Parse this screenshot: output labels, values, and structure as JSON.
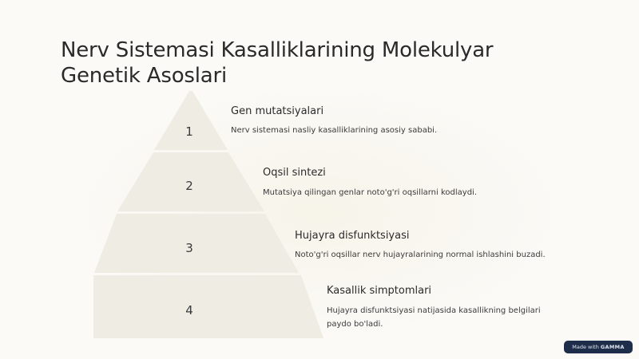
{
  "slide": {
    "title": "Nerv Sistemasi Kasalliklarining Molekulyar Genetik Asoslari"
  },
  "steps": [
    {
      "number": "1",
      "title": "Gen mutatsiyalari",
      "description": "Nerv sistemasi nasliy kasalliklarining asosiy sababi."
    },
    {
      "number": "2",
      "title": "Oqsil sintezi",
      "description": "Mutatsiya qilingan genlar noto'g'ri oqsillarni kodlaydi."
    },
    {
      "number": "3",
      "title": "Hujayra disfunktsiyasi",
      "description": "Noto'g'ri oqsillar nerv hujayralarining normal ishlashini buzadi."
    },
    {
      "number": "4",
      "title": "Kasallik simptomlari",
      "description": "Hujayra disfunktsiyasi natijasida kasallikning belgilari paydo bo'ladi."
    }
  ],
  "badge": {
    "prefix": "Made with",
    "brand": "GAMMA"
  },
  "colors": {
    "pyramid_fill": "#efece3",
    "background": "#fbfaf7",
    "badge_bg": "#1d2d4a"
  }
}
